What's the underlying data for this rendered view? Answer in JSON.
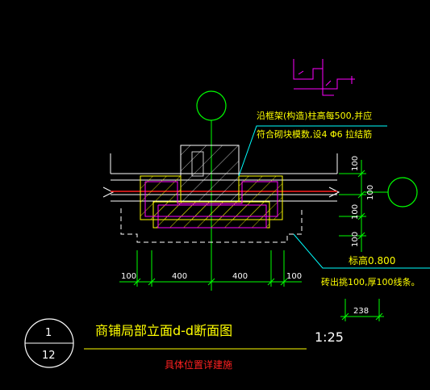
{
  "colors": {
    "background": "#000000",
    "white": "#ffffff",
    "green": "#00ff00",
    "yellow": "#ffff00",
    "magenta": "#ff00ff",
    "cyan": "#00ffff",
    "red": "#ff2020",
    "lightblue": "#80b0ff"
  },
  "annotations": {
    "note_line1": "沿框架(构造)柱高每500,并应",
    "note_line2": "符合砌块模数,设4 Φ6 拉结筋",
    "elevation": "标高0.800",
    "plaster_note": "砖出挑100,厚100线条。"
  },
  "dimensions": {
    "bottom": [
      "100",
      "400",
      "400",
      "100"
    ],
    "right": [
      "100",
      "100",
      "100",
      "100"
    ],
    "lower_right": "238"
  },
  "title_block": {
    "sheet_top": "1",
    "sheet_bottom": "12",
    "title": "商铺局部立面d-d断面图",
    "scale": "1:25",
    "subtitle": "具体位置详建施"
  },
  "icons": {
    "axis_marker_top": "axis-circle",
    "axis_marker_right": "axis-circle",
    "detail_ref": "detail-index-circle"
  }
}
